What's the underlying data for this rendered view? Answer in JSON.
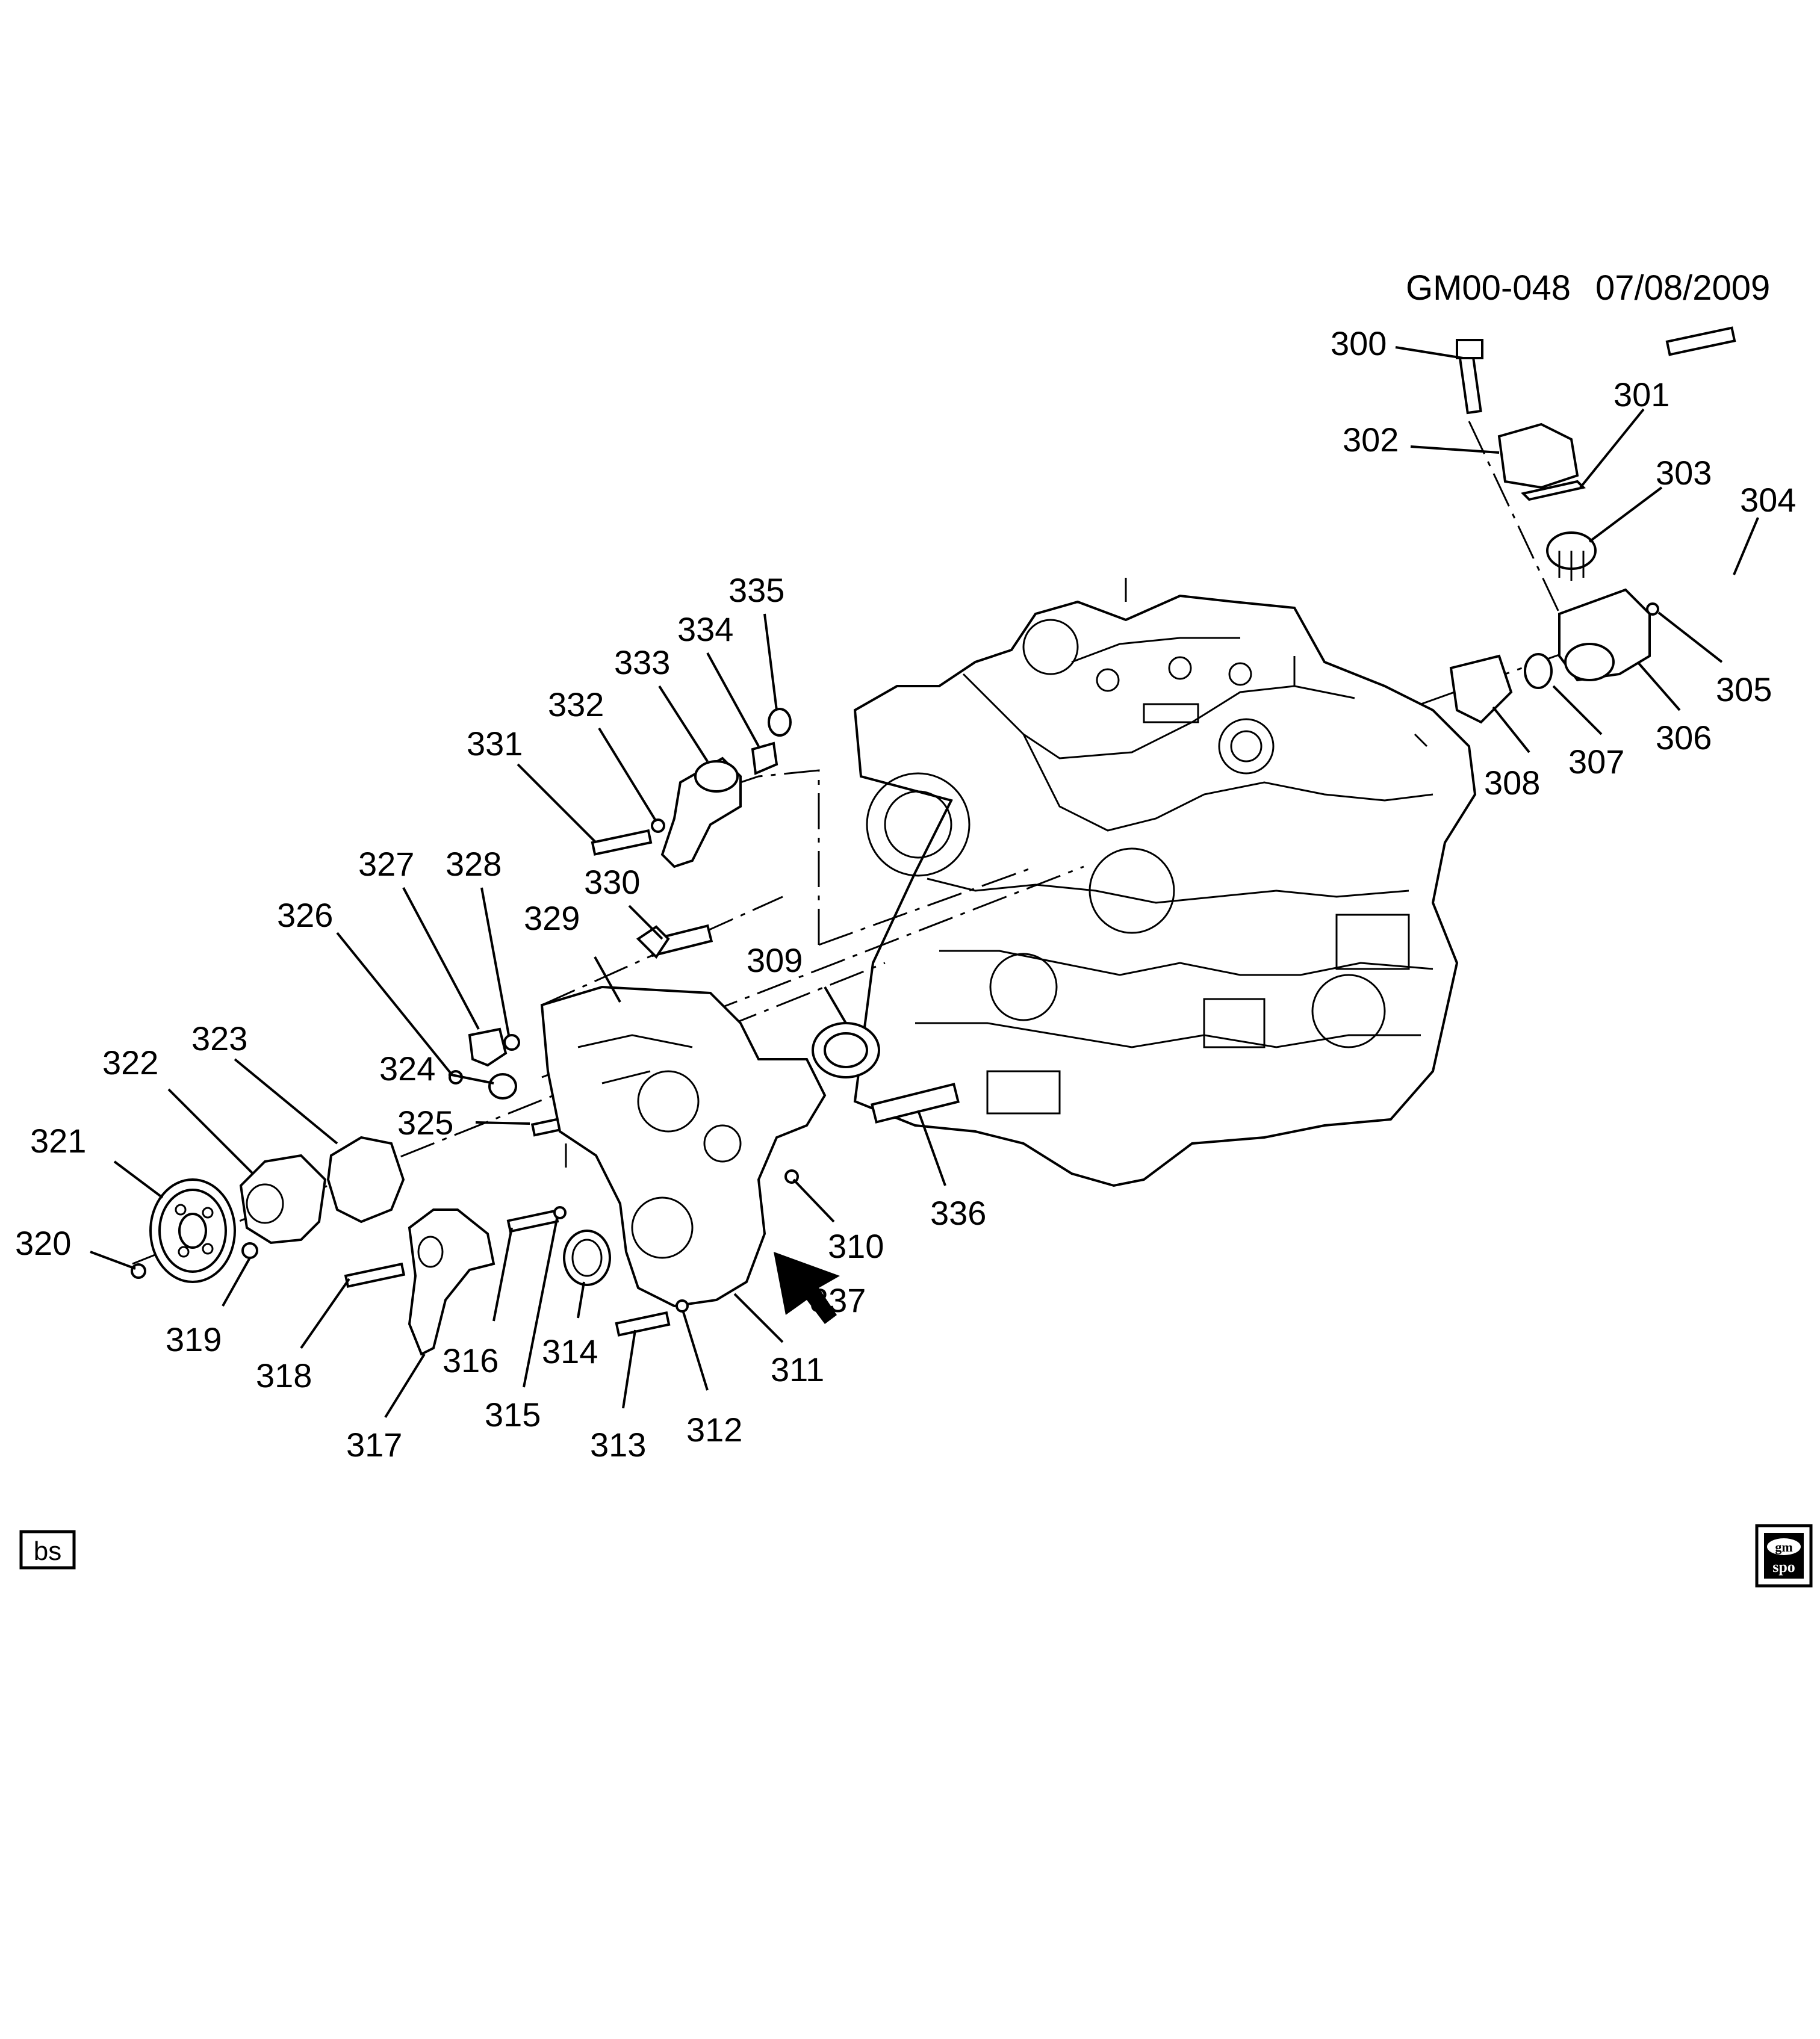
{
  "header": {
    "diagram_id": "GM00-048",
    "date": "07/08/2009"
  },
  "callouts": [
    {
      "id": "c300",
      "label": "300"
    },
    {
      "id": "c301",
      "label": "301"
    },
    {
      "id": "c302",
      "label": "302"
    },
    {
      "id": "c303",
      "label": "303"
    },
    {
      "id": "c304",
      "label": "304"
    },
    {
      "id": "c305",
      "label": "305"
    },
    {
      "id": "c306",
      "label": "306"
    },
    {
      "id": "c307",
      "label": "307"
    },
    {
      "id": "c308",
      "label": "308"
    },
    {
      "id": "c309",
      "label": "309"
    },
    {
      "id": "c310",
      "label": "310"
    },
    {
      "id": "c311",
      "label": "311"
    },
    {
      "id": "c312",
      "label": "312"
    },
    {
      "id": "c313",
      "label": "313"
    },
    {
      "id": "c314",
      "label": "314"
    },
    {
      "id": "c315",
      "label": "315"
    },
    {
      "id": "c316",
      "label": "316"
    },
    {
      "id": "c317",
      "label": "317"
    },
    {
      "id": "c318",
      "label": "318"
    },
    {
      "id": "c319",
      "label": "319"
    },
    {
      "id": "c320",
      "label": "320"
    },
    {
      "id": "c321",
      "label": "321"
    },
    {
      "id": "c322",
      "label": "322"
    },
    {
      "id": "c323",
      "label": "323"
    },
    {
      "id": "c324",
      "label": "324"
    },
    {
      "id": "c325",
      "label": "325"
    },
    {
      "id": "c326",
      "label": "326"
    },
    {
      "id": "c327",
      "label": "327"
    },
    {
      "id": "c328",
      "label": "328"
    },
    {
      "id": "c329",
      "label": "329"
    },
    {
      "id": "c330",
      "label": "330"
    },
    {
      "id": "c331",
      "label": "331"
    },
    {
      "id": "c332",
      "label": "332"
    },
    {
      "id": "c333",
      "label": "333"
    },
    {
      "id": "c334",
      "label": "334"
    },
    {
      "id": "c335",
      "label": "335"
    },
    {
      "id": "c336",
      "label": "336"
    },
    {
      "id": "c337",
      "label": "337"
    }
  ],
  "footer": {
    "left_badge": "bs",
    "logo_top": "gm",
    "logo_bottom": "spo"
  }
}
